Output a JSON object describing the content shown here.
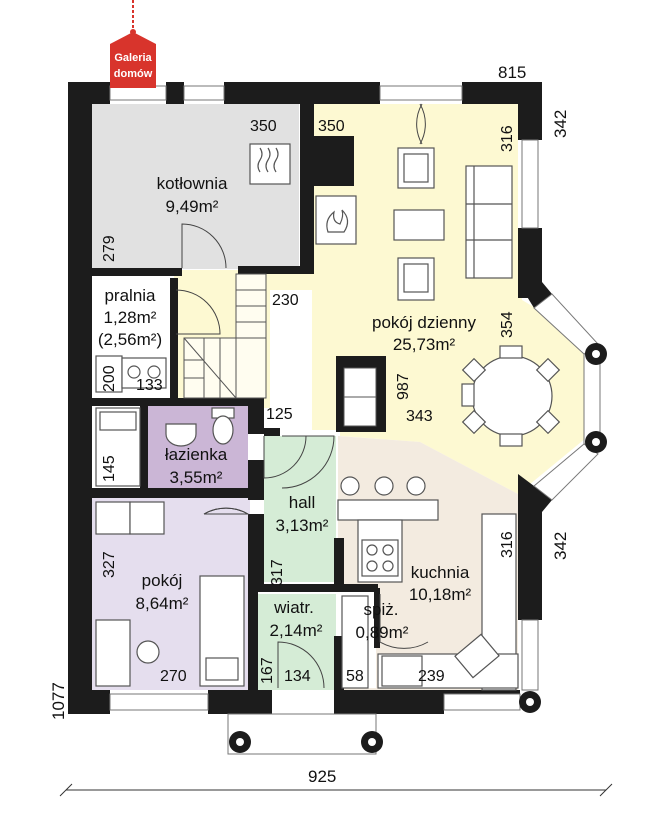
{
  "logo": {
    "line1": "Galeria",
    "line2": "domów",
    "color": "#d8342c"
  },
  "colors": {
    "wall": "#1c1c1c",
    "boiler": "#e1e1e1",
    "living": "#fdf9d2",
    "kitchen": "#f3ebe0",
    "hall": "#d5ecd6",
    "bath": "#cbb6d6",
    "bedroom": "#e5deee",
    "white": "#ffffff"
  },
  "rooms": {
    "boiler": {
      "name": "kotłownia",
      "area": "9,49m²"
    },
    "laundry": {
      "name": "pralnia",
      "area": "1,28m²",
      "area2": "(2,56m²)"
    },
    "living": {
      "name": "pokój dzienny",
      "area": "25,73m²"
    },
    "bath": {
      "name": "łazienka",
      "area": "3,55m²"
    },
    "hall": {
      "name": "hall",
      "area": "3,13m²"
    },
    "kitchen": {
      "name": "kuchnia",
      "area": "10,18m²"
    },
    "bedroom": {
      "name": "pokój",
      "area": "8,64m²"
    },
    "vest": {
      "name": "wiatr.",
      "area": "2,14m²"
    },
    "pantry": {
      "name": "spiż.",
      "area": "0,89m²"
    }
  },
  "dims": {
    "d815": "815",
    "d342a": "342",
    "d350a": "350",
    "d350b": "350",
    "d316a": "316",
    "d279": "279",
    "d230": "230",
    "d354": "354",
    "d987": "987",
    "d343": "343",
    "d125": "125",
    "d200": "200",
    "d133": "133",
    "d145": "145",
    "d327": "327",
    "d317": "317",
    "d316b": "316",
    "d342b": "342",
    "d270": "270",
    "d167": "167",
    "d134": "134",
    "d58": "58",
    "d239": "239",
    "d1077": "1077",
    "d925": "925"
  }
}
